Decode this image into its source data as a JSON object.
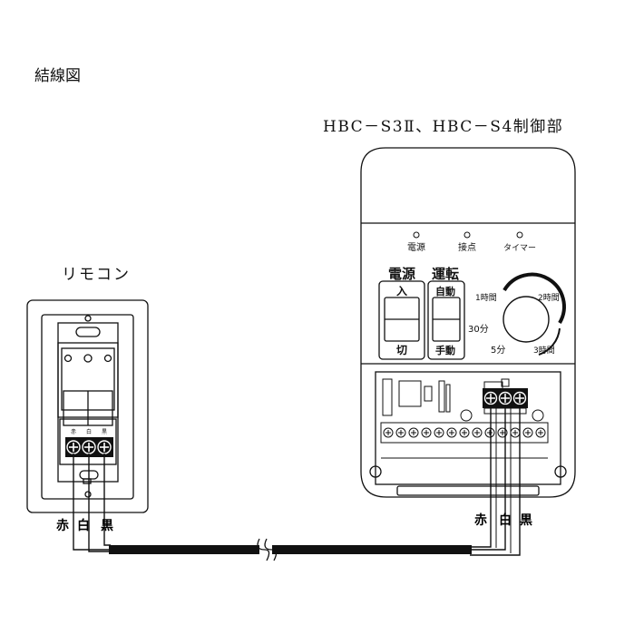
{
  "title": "結線図",
  "unit_label": "HBC－S3Ⅱ、HBC－S4制御部",
  "remote_label": "リモコン",
  "remote_terminal_labels": [
    "赤",
    "白",
    "黒"
  ],
  "wire_labels": [
    "赤",
    "白",
    "黒"
  ],
  "control_panel": {
    "indicators": [
      "電源",
      "接点",
      "タイマー"
    ],
    "power_switch": {
      "title": "電源",
      "on": "入",
      "off": "切"
    },
    "mode_switch": {
      "title": "運転",
      "auto": "自動",
      "manual": "手動"
    },
    "timer_dial": {
      "marks": [
        "1時間",
        "2時間",
        "30分",
        "5分",
        "3時間"
      ]
    }
  }
}
